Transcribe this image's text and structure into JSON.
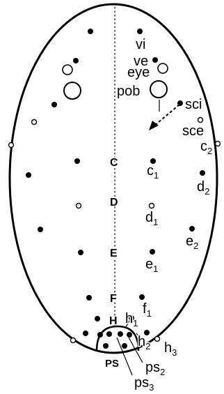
{
  "labels": {
    "vi": "vi",
    "ve": "ve",
    "eye": "eye",
    "pob": "pob",
    "sci": "sci",
    "sce": "sce",
    "c": "c",
    "d": "d",
    "e": "e",
    "f": "f",
    "h": "h",
    "ps": "ps",
    "sub_1": "1",
    "sub_2": "2",
    "sub_3": "3"
  },
  "regions": {
    "C": "C",
    "D": "D",
    "E": "E",
    "F": "F",
    "H": "H",
    "PS": "PS"
  }
}
